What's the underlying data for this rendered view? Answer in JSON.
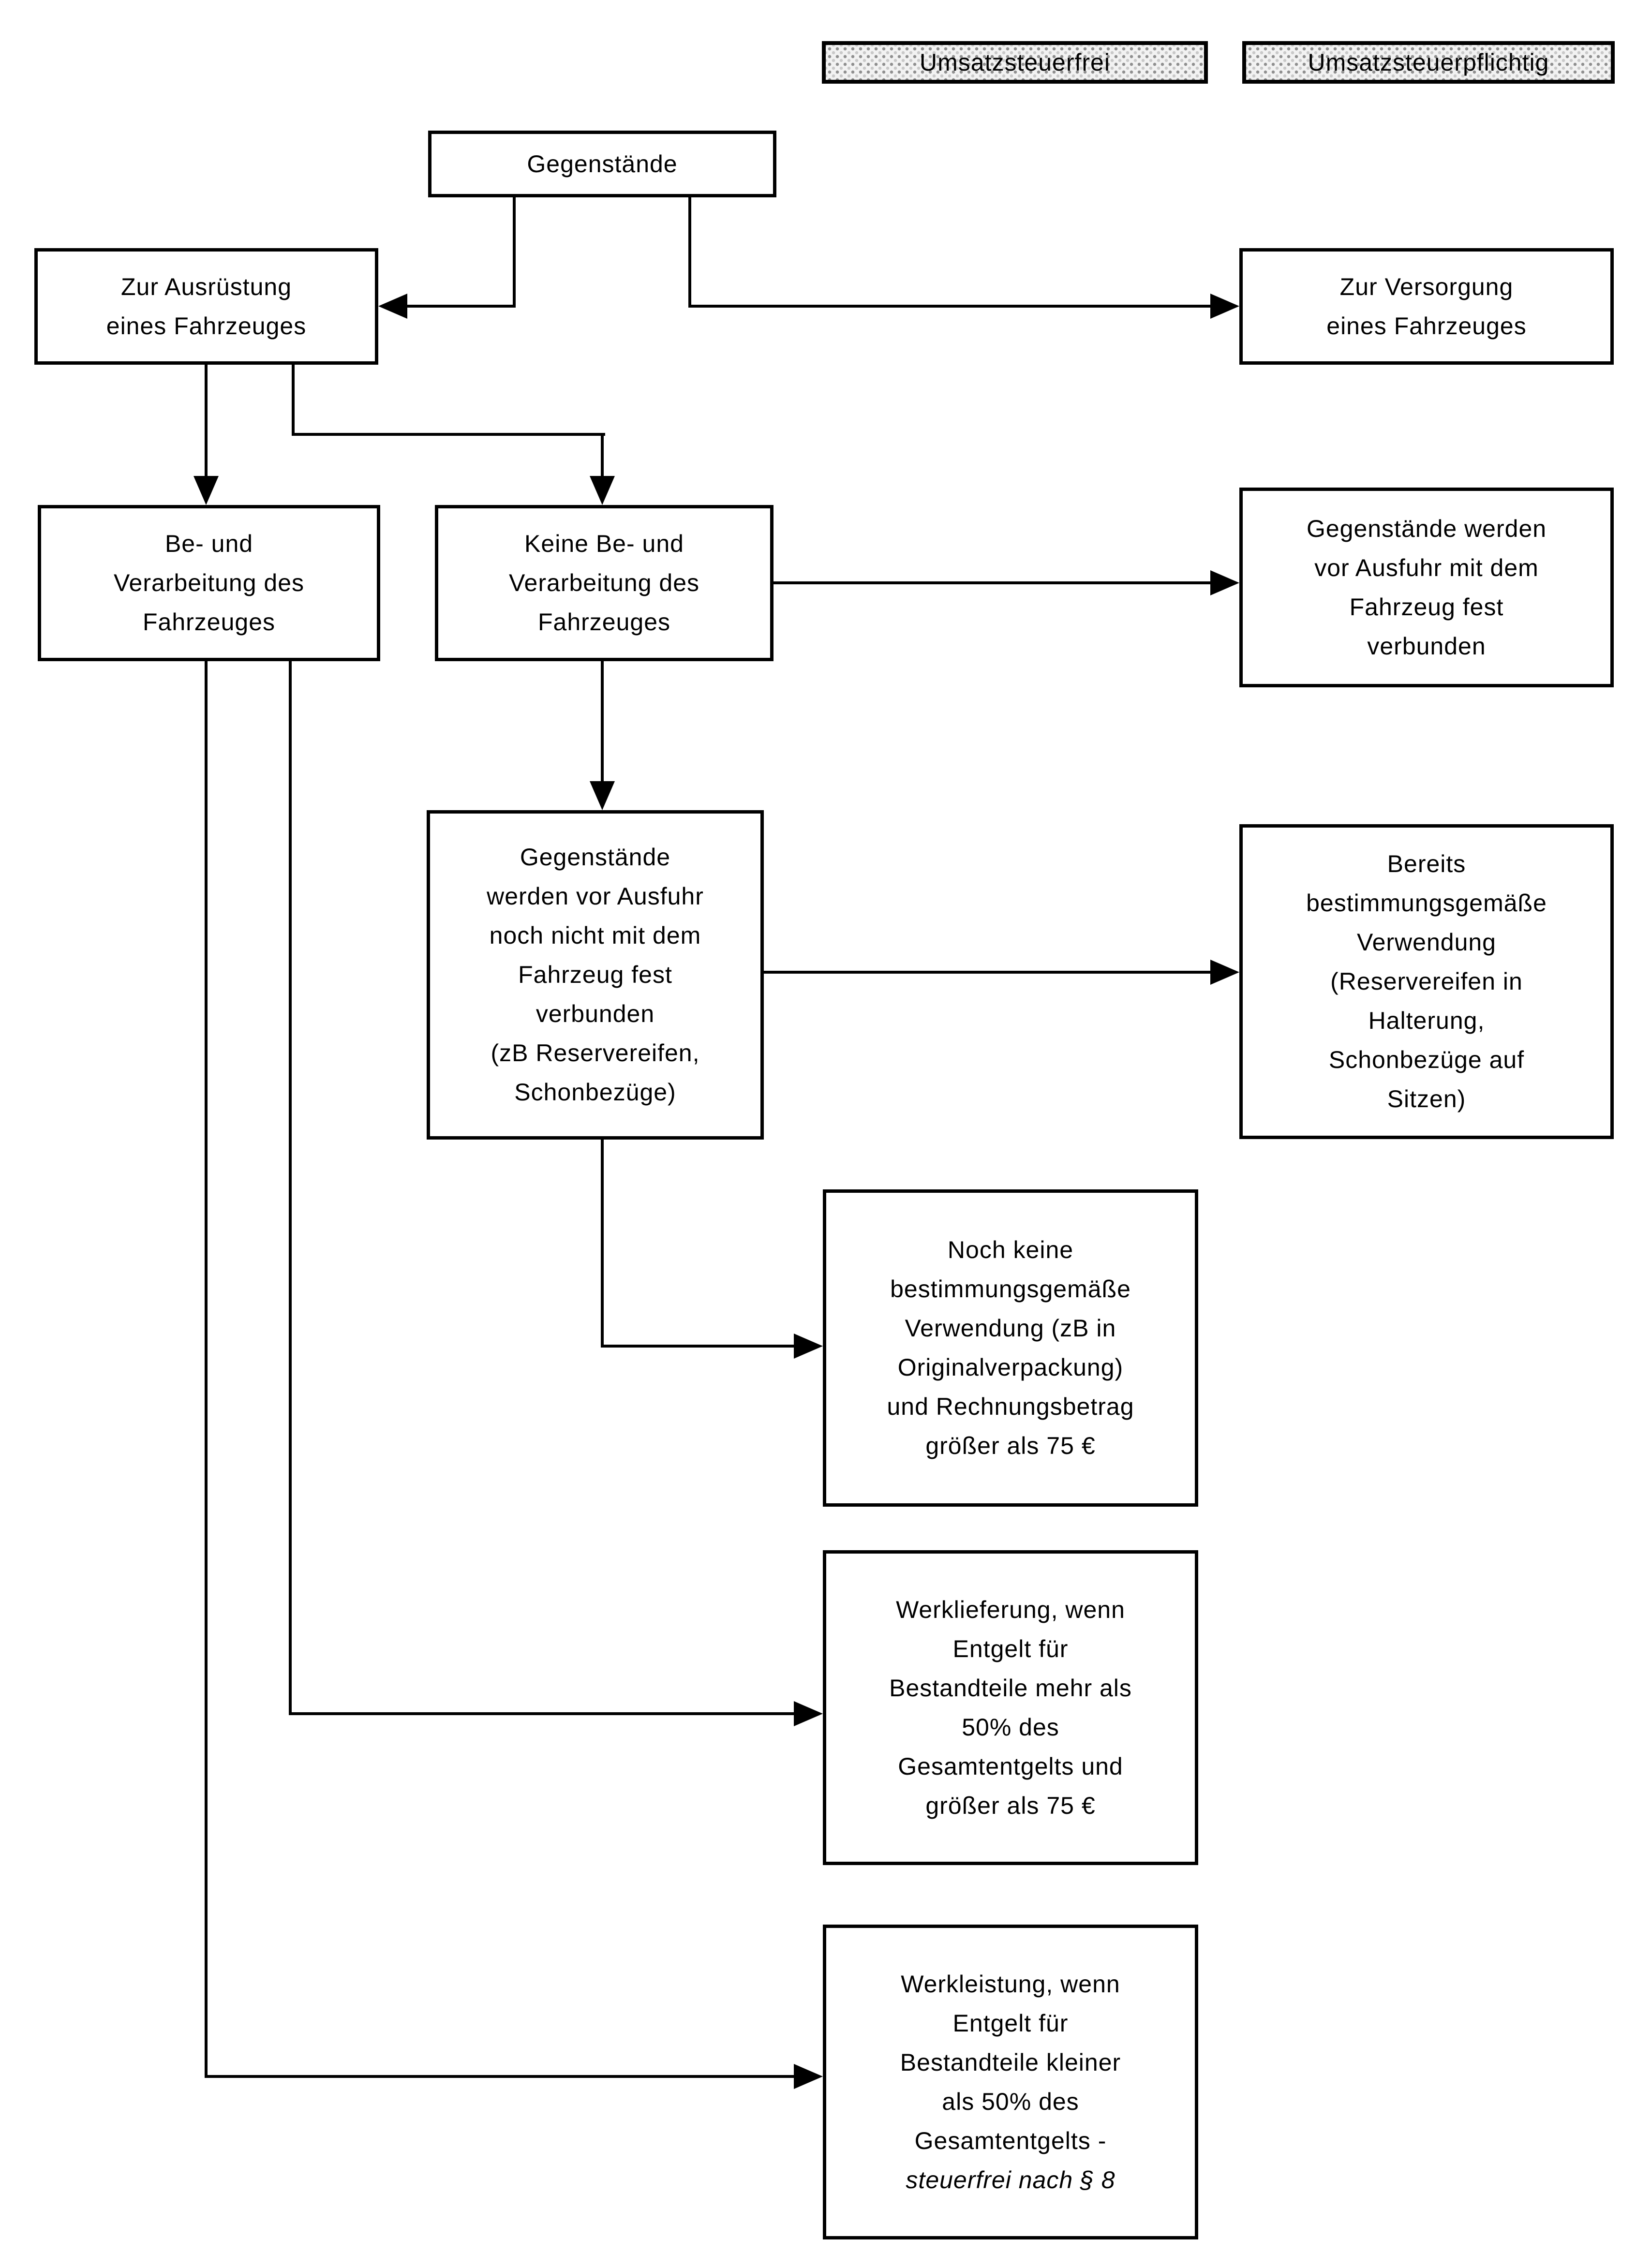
{
  "legend": {
    "tax_free_label": "Umsatzsteuerfrei",
    "taxable_label": "Umsatzsteuerpflichtig"
  },
  "nodes": {
    "gegenstaende": {
      "text": "Gegenstände"
    },
    "zur_ausruestung": {
      "text": "Zur Ausrüstung\neines Fahrzeuges"
    },
    "zur_versorgung": {
      "text": "Zur Versorgung\neines Fahrzeuges"
    },
    "be_und_verarbeitung": {
      "text": "Be- und\nVerarbeitung des\nFahrzeuges"
    },
    "keine_be_und_verarbeitung": {
      "text": "Keine Be- und\nVerarbeitung des\nFahrzeuges"
    },
    "fest_verbunden": {
      "text": "Gegenstände werden\nvor Ausfuhr mit dem\nFahrzeug fest\nverbunden"
    },
    "noch_nicht_verbunden": {
      "text": "Gegenstände\nwerden vor Ausfuhr\nnoch nicht mit dem\nFahrzeug fest\nverbunden\n(zB Reservereifen,\nSchonbezüge)"
    },
    "bereits_verwendung": {
      "text": "Bereits\nbestimmungsgemäße\nVerwendung\n(Reservereifen in\nHalterung,\nSchonbezüge auf\nSitzen)"
    },
    "noch_keine_verwendung": {
      "text": "Noch keine\nbestimmungsgemäße\nVerwendung (zB in\nOriginalverpackung)\nund Rechnungsbetrag\ngrößer als 75 €"
    },
    "werklieferung": {
      "text": "Werklieferung, wenn\nEntgelt für\nBestandteile mehr als\n50% des\nGesamtentgelts und\ngrößer als 75 €"
    },
    "werkleistung": {
      "text": "Werkleistung, wenn\nEntgelt für\nBestandteile kleiner\nals 50% des\nGesamtentgelts -\n",
      "italic_text": "steuerfrei nach § 8"
    }
  },
  "colors": {
    "line": "#000000",
    "box_background": "#ffffff",
    "legend_pattern_dark": "#8f8f8f",
    "legend_pattern_light": "#c9c9c9"
  }
}
